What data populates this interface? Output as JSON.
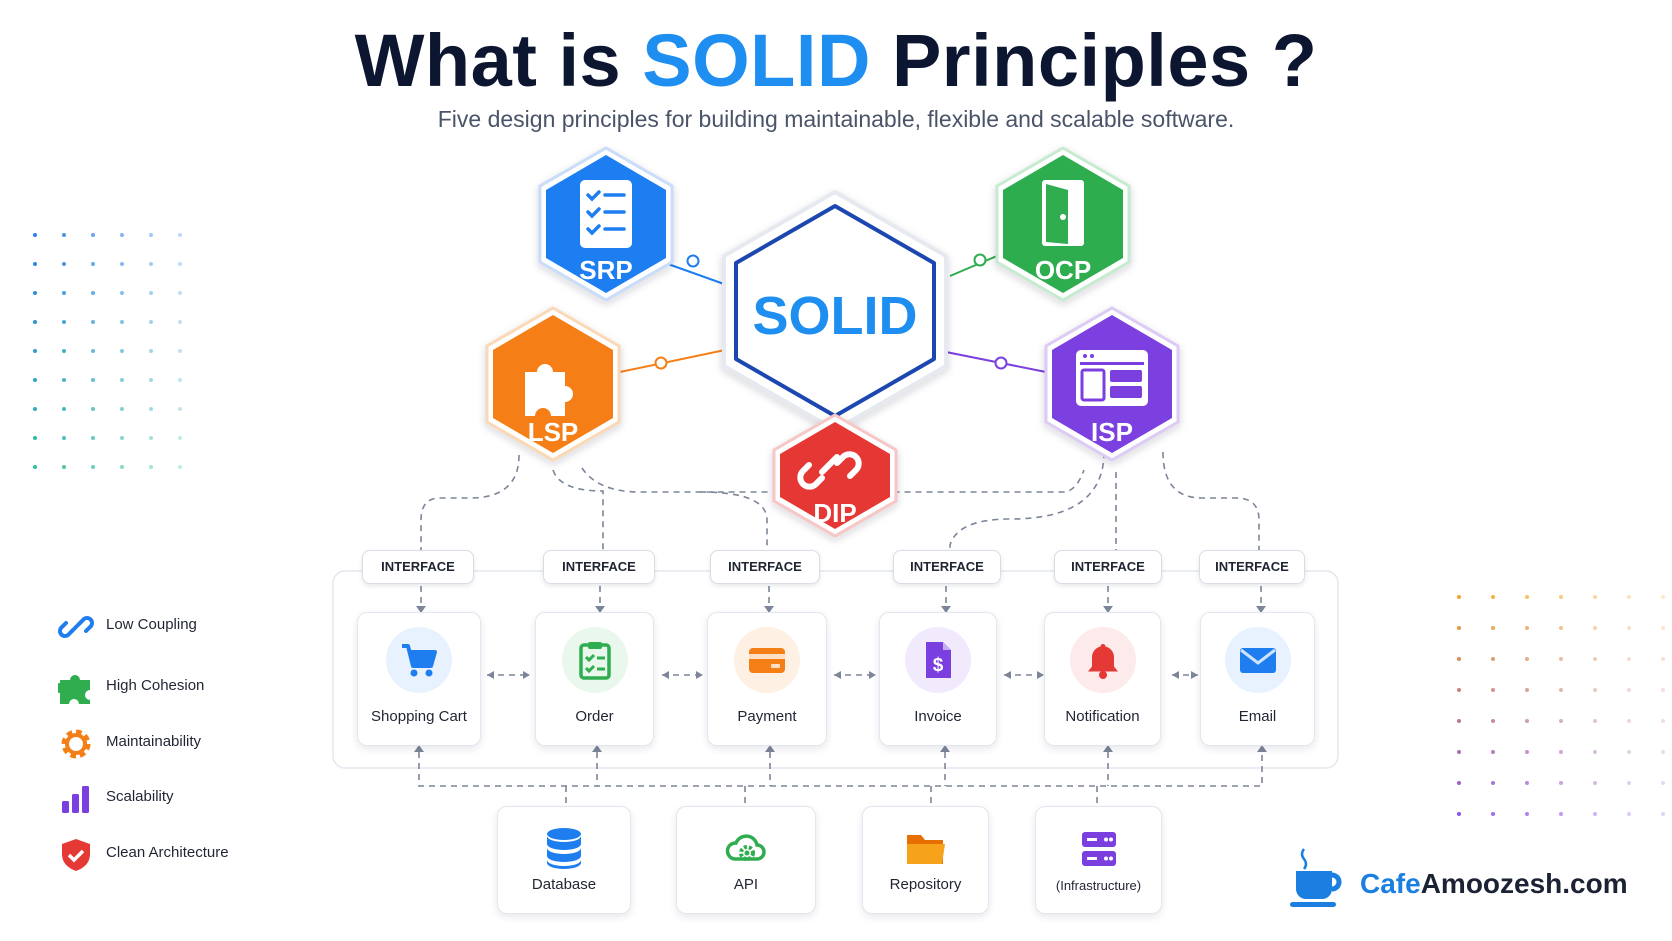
{
  "header": {
    "title_part1": "What is ",
    "title_highlight": "SOLID",
    "title_part2": " Principles ?",
    "subtitle": "Five design principles for building maintainable, flexible and scalable software."
  },
  "center": {
    "label": "SOLID"
  },
  "principles": [
    {
      "label": "SRP",
      "color": "#1e7ef0",
      "icon": "checklist-icon"
    },
    {
      "label": "OCP",
      "color": "#2fad4f",
      "icon": "door-icon"
    },
    {
      "label": "LSP",
      "color": "#f57f17",
      "icon": "puzzle-icon"
    },
    {
      "label": "ISP",
      "color": "#7b3fe0",
      "icon": "interface-layout-icon"
    },
    {
      "label": "DIP",
      "color": "#e53935",
      "icon": "chain-link-icon"
    }
  ],
  "interface_label": "INTERFACE",
  "modules": [
    {
      "label": "Shopping Cart",
      "icon": "cart-icon",
      "color": "#1e7ef0"
    },
    {
      "label": "Order",
      "icon": "clipboard-icon",
      "color": "#2fad4f"
    },
    {
      "label": "Payment",
      "icon": "credit-card-icon",
      "color": "#f57f17"
    },
    {
      "label": "Invoice",
      "icon": "invoice-icon",
      "color": "#7b3fe0"
    },
    {
      "label": "Notification",
      "icon": "bell-icon",
      "color": "#e53935"
    },
    {
      "label": "Email",
      "icon": "envelope-icon",
      "color": "#1e7ef0"
    }
  ],
  "infrastructure": [
    {
      "label": "Database",
      "icon": "database-icon"
    },
    {
      "label": "API",
      "icon": "cloud-gear-icon"
    },
    {
      "label": "Repository",
      "icon": "folder-icon"
    },
    {
      "label": "(Infrastructure)",
      "icon": "server-icon"
    }
  ],
  "features": [
    {
      "label": "Low Coupling",
      "icon": "link-icon"
    },
    {
      "label": "High Cohesion",
      "icon": "puzzle-icon"
    },
    {
      "label": "Maintainability",
      "icon": "gear-icon"
    },
    {
      "label": "Scalability",
      "icon": "bar-chart-icon"
    },
    {
      "label": "Clean Architecture",
      "icon": "shield-check-icon"
    }
  ],
  "brand": {
    "part1": "Cafe",
    "part2": "Amoozesh.com",
    "icon": "coffee-cup-icon"
  }
}
